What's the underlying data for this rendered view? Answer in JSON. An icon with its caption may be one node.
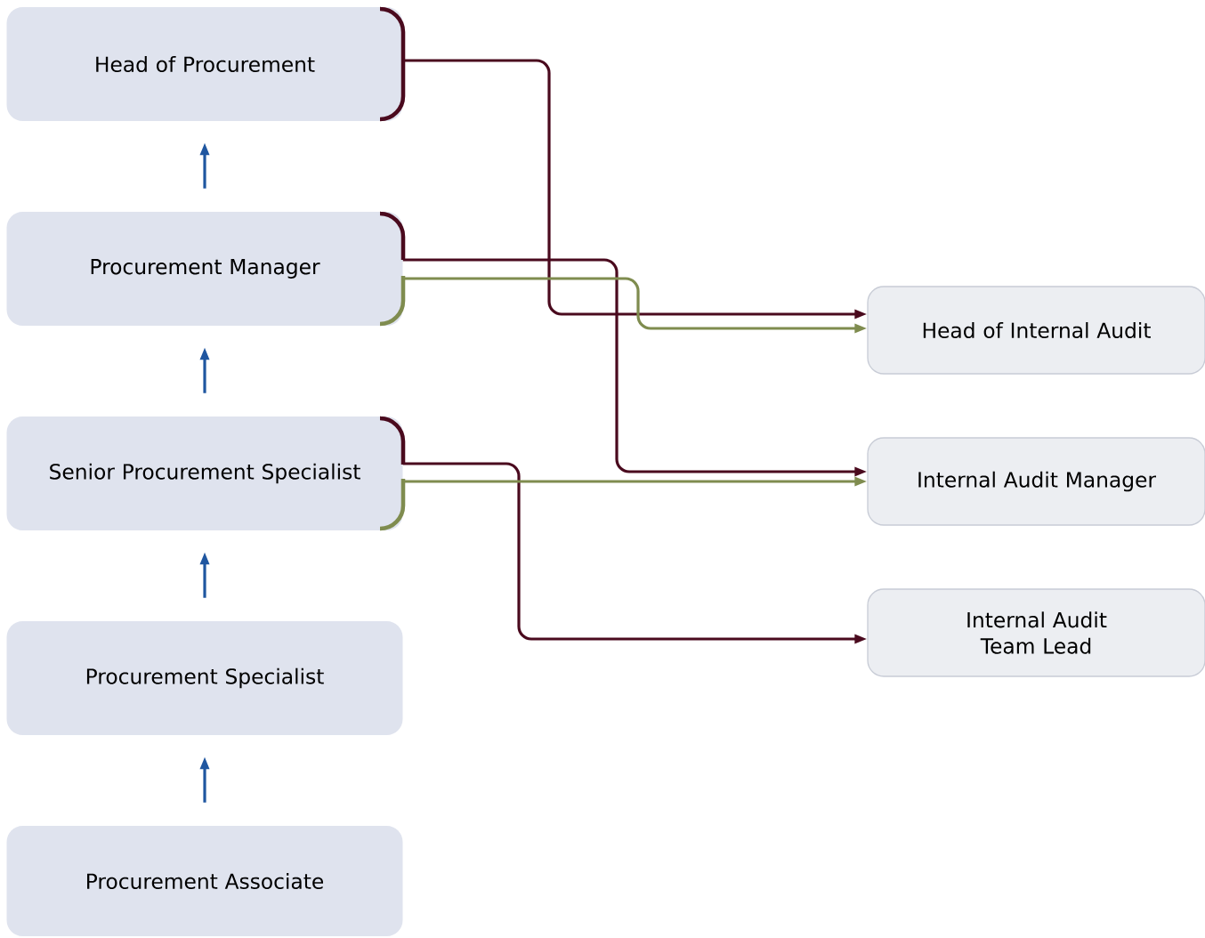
{
  "diagram": {
    "nodes": [
      {
        "text": [
          "Head of Procurement"
        ]
      },
      {
        "text": [
          "Procurement Manager"
        ]
      },
      {
        "text": [
          "Senior Procurement Specialist"
        ]
      },
      {
        "text": [
          "Procurement Specialist"
        ]
      },
      {
        "text": [
          "Procurement Associate"
        ]
      },
      {
        "text": [
          "Head of Internal Audit"
        ]
      },
      {
        "text": [
          "Internal Audit Manager"
        ]
      },
      {
        "text": [
          "Internal Audit Team Lead"
        ]
      }
    ],
    "edges": [
      {
        "from": 4,
        "to": 3,
        "arrow": "to"
      },
      {
        "from": 3,
        "to": 2,
        "arrow": "to"
      },
      {
        "from": 2,
        "to": 1,
        "arrow": "to"
      },
      {
        "from": 1,
        "to": 0,
        "arrow": "to"
      },
      {
        "from": 0,
        "to": 5,
        "arrow": "to",
        "color": "#4a0a1e"
      },
      {
        "from": 1,
        "to": 6,
        "arrow": "to",
        "color": "#4a0a1e"
      },
      {
        "from": 1,
        "to": 5,
        "arrow": "to",
        "color": "#7f8c4f"
      },
      {
        "from": 2,
        "to": 7,
        "arrow": "to",
        "color": "#4a0a1e"
      },
      {
        "from": 2,
        "to": 6,
        "arrow": "to",
        "color": "#7f8c4f"
      }
    ]
  }
}
